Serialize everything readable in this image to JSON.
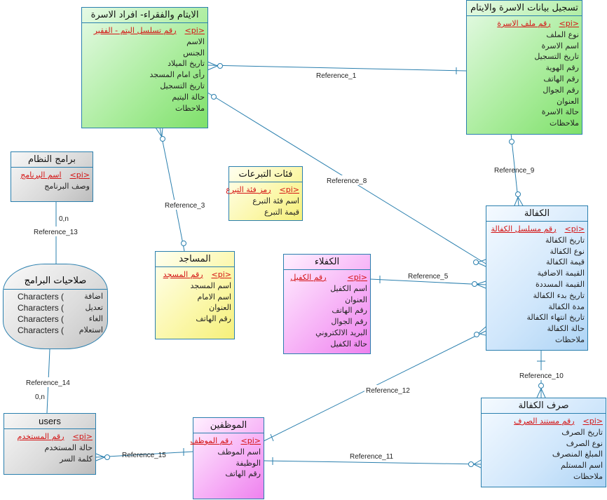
{
  "entities": {
    "orphans": {
      "title": "الايتام والفقراء- افراد الاسرة",
      "pk": "رقم تسلسل اليتم - الفقير",
      "pk_tag": "<pi>",
      "attrs": [
        "الاسم",
        "الجنس",
        "تاريخ الميلاد",
        "رأى امام المسجد",
        "تاريخ التسجيل",
        "حالة اليتيم",
        "ملاحظات"
      ]
    },
    "family": {
      "title": "تسجيل بيانات الاسرة والايتام",
      "pk": "رقم ملف الاسرة",
      "pk_tag": "<pi>",
      "attrs": [
        "نوع الملف",
        "اسم الاسرة",
        "تاريخ التسجيل",
        "رقم الهوية",
        "رقم الهاتف",
        "رقم الجوال",
        "العنوان",
        "حالة الاسرة",
        "ملاحظات"
      ]
    },
    "programs": {
      "title": "برامج النظام",
      "pk": "اسم البرنامج",
      "pk_tag": "<pi>",
      "attrs": [
        "وصف البرنامج"
      ]
    },
    "donation_categories": {
      "title": "فئات التبرعات",
      "pk": "رمز فئة التبرع",
      "pk_tag": "<pi>",
      "attrs": [
        "اسم فئة التبرع",
        "قيمة التبرع"
      ]
    },
    "mosques": {
      "title": "المساجد",
      "pk": "رقم المسجد",
      "pk_tag": "<pi>",
      "attrs": [
        "اسم المسجد",
        "اسم الامام",
        "العنوان",
        "رقم الهاتف"
      ]
    },
    "sponsors": {
      "title": "الكفلاء",
      "pk": "رقم الكفيل",
      "pk_tag": "<pi>",
      "attrs": [
        "اسم الكفيل",
        "العنوان",
        "رقم الهاتف",
        "رقم الجوال",
        "البريد الالكتروني",
        "حالة الكفيل"
      ]
    },
    "sponsorship": {
      "title": "الكفالة",
      "pk": "رقم مسلسل الكفالة",
      "pk_tag": "<pi>",
      "attrs": [
        "تاريخ الكفالة",
        "نوع الكفالة",
        "قيمة الكفالة",
        "القيمة الاضافية",
        "القيمة المسددة",
        "تاريخ بدء الكفالة",
        "مدة الكفالة",
        "تاريخ انتهاء الكفالة",
        "حالة الكفالة",
        "ملاحظات"
      ]
    },
    "disbursement": {
      "title": "صرف الكفالة",
      "pk": "رقم مستند الصرف",
      "pk_tag": "<pi>",
      "attrs": [
        "تاريخ الصرف",
        "نوع الصرف",
        "المبلغ المنصرف",
        "اسم المستلم",
        "ملاحظات"
      ]
    },
    "employees": {
      "title": "الموظفين",
      "pk": "رقم الموظف",
      "pk_tag": "<pi>",
      "attrs": [
        "اسم الموظف",
        "الوظيفة",
        "رقم الهاتف"
      ]
    },
    "users": {
      "title": "users",
      "pk": "رقم المستخدم",
      "pk_tag": "<pi>",
      "attrs": [
        "حالة المستخدم",
        "كلمة السر"
      ]
    }
  },
  "permissions_view": {
    "title": "صلاحيات البرامج",
    "rows": [
      {
        "name": "اضافة",
        "type": "Characters ("
      },
      {
        "name": "تعديل",
        "type": "Characters ("
      },
      {
        "name": "الغاء",
        "type": "Characters ("
      },
      {
        "name": "استعلام",
        "type": "Characters ("
      }
    ]
  },
  "references": {
    "r1": "Reference_1",
    "r3": "Reference_3",
    "r5": "Reference_5",
    "r8": "Reference_8",
    "r9": "Reference_9",
    "r10": "Reference_10",
    "r11": "Reference_11",
    "r12": "Reference_12",
    "r13": "Reference_13",
    "r14": "Reference_14",
    "r15": "Reference_15"
  },
  "cardinalities": {
    "r13": "0,n",
    "r14": "0,n"
  },
  "colors": {
    "line": "#2a7fae",
    "pk_text": "#d41515"
  }
}
